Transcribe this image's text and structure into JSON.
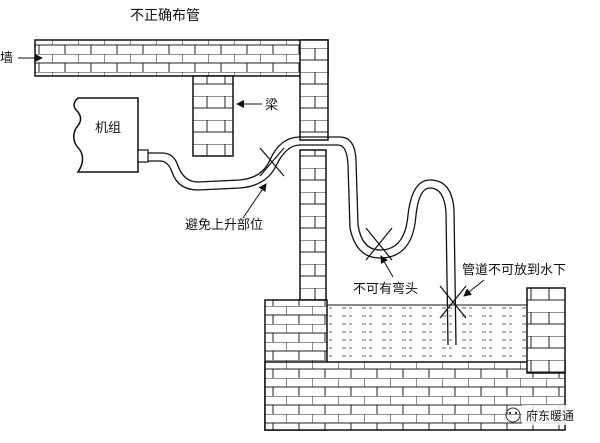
{
  "diagram": {
    "title": "不正确布管",
    "labels": {
      "wall": "墙",
      "beam": "梁",
      "unit": "机组",
      "avoid_rise": "避免上升部位",
      "no_bend": "不可有弯头",
      "no_underwater": "管道不可放到水下"
    },
    "watermark": "府东暖通"
  }
}
